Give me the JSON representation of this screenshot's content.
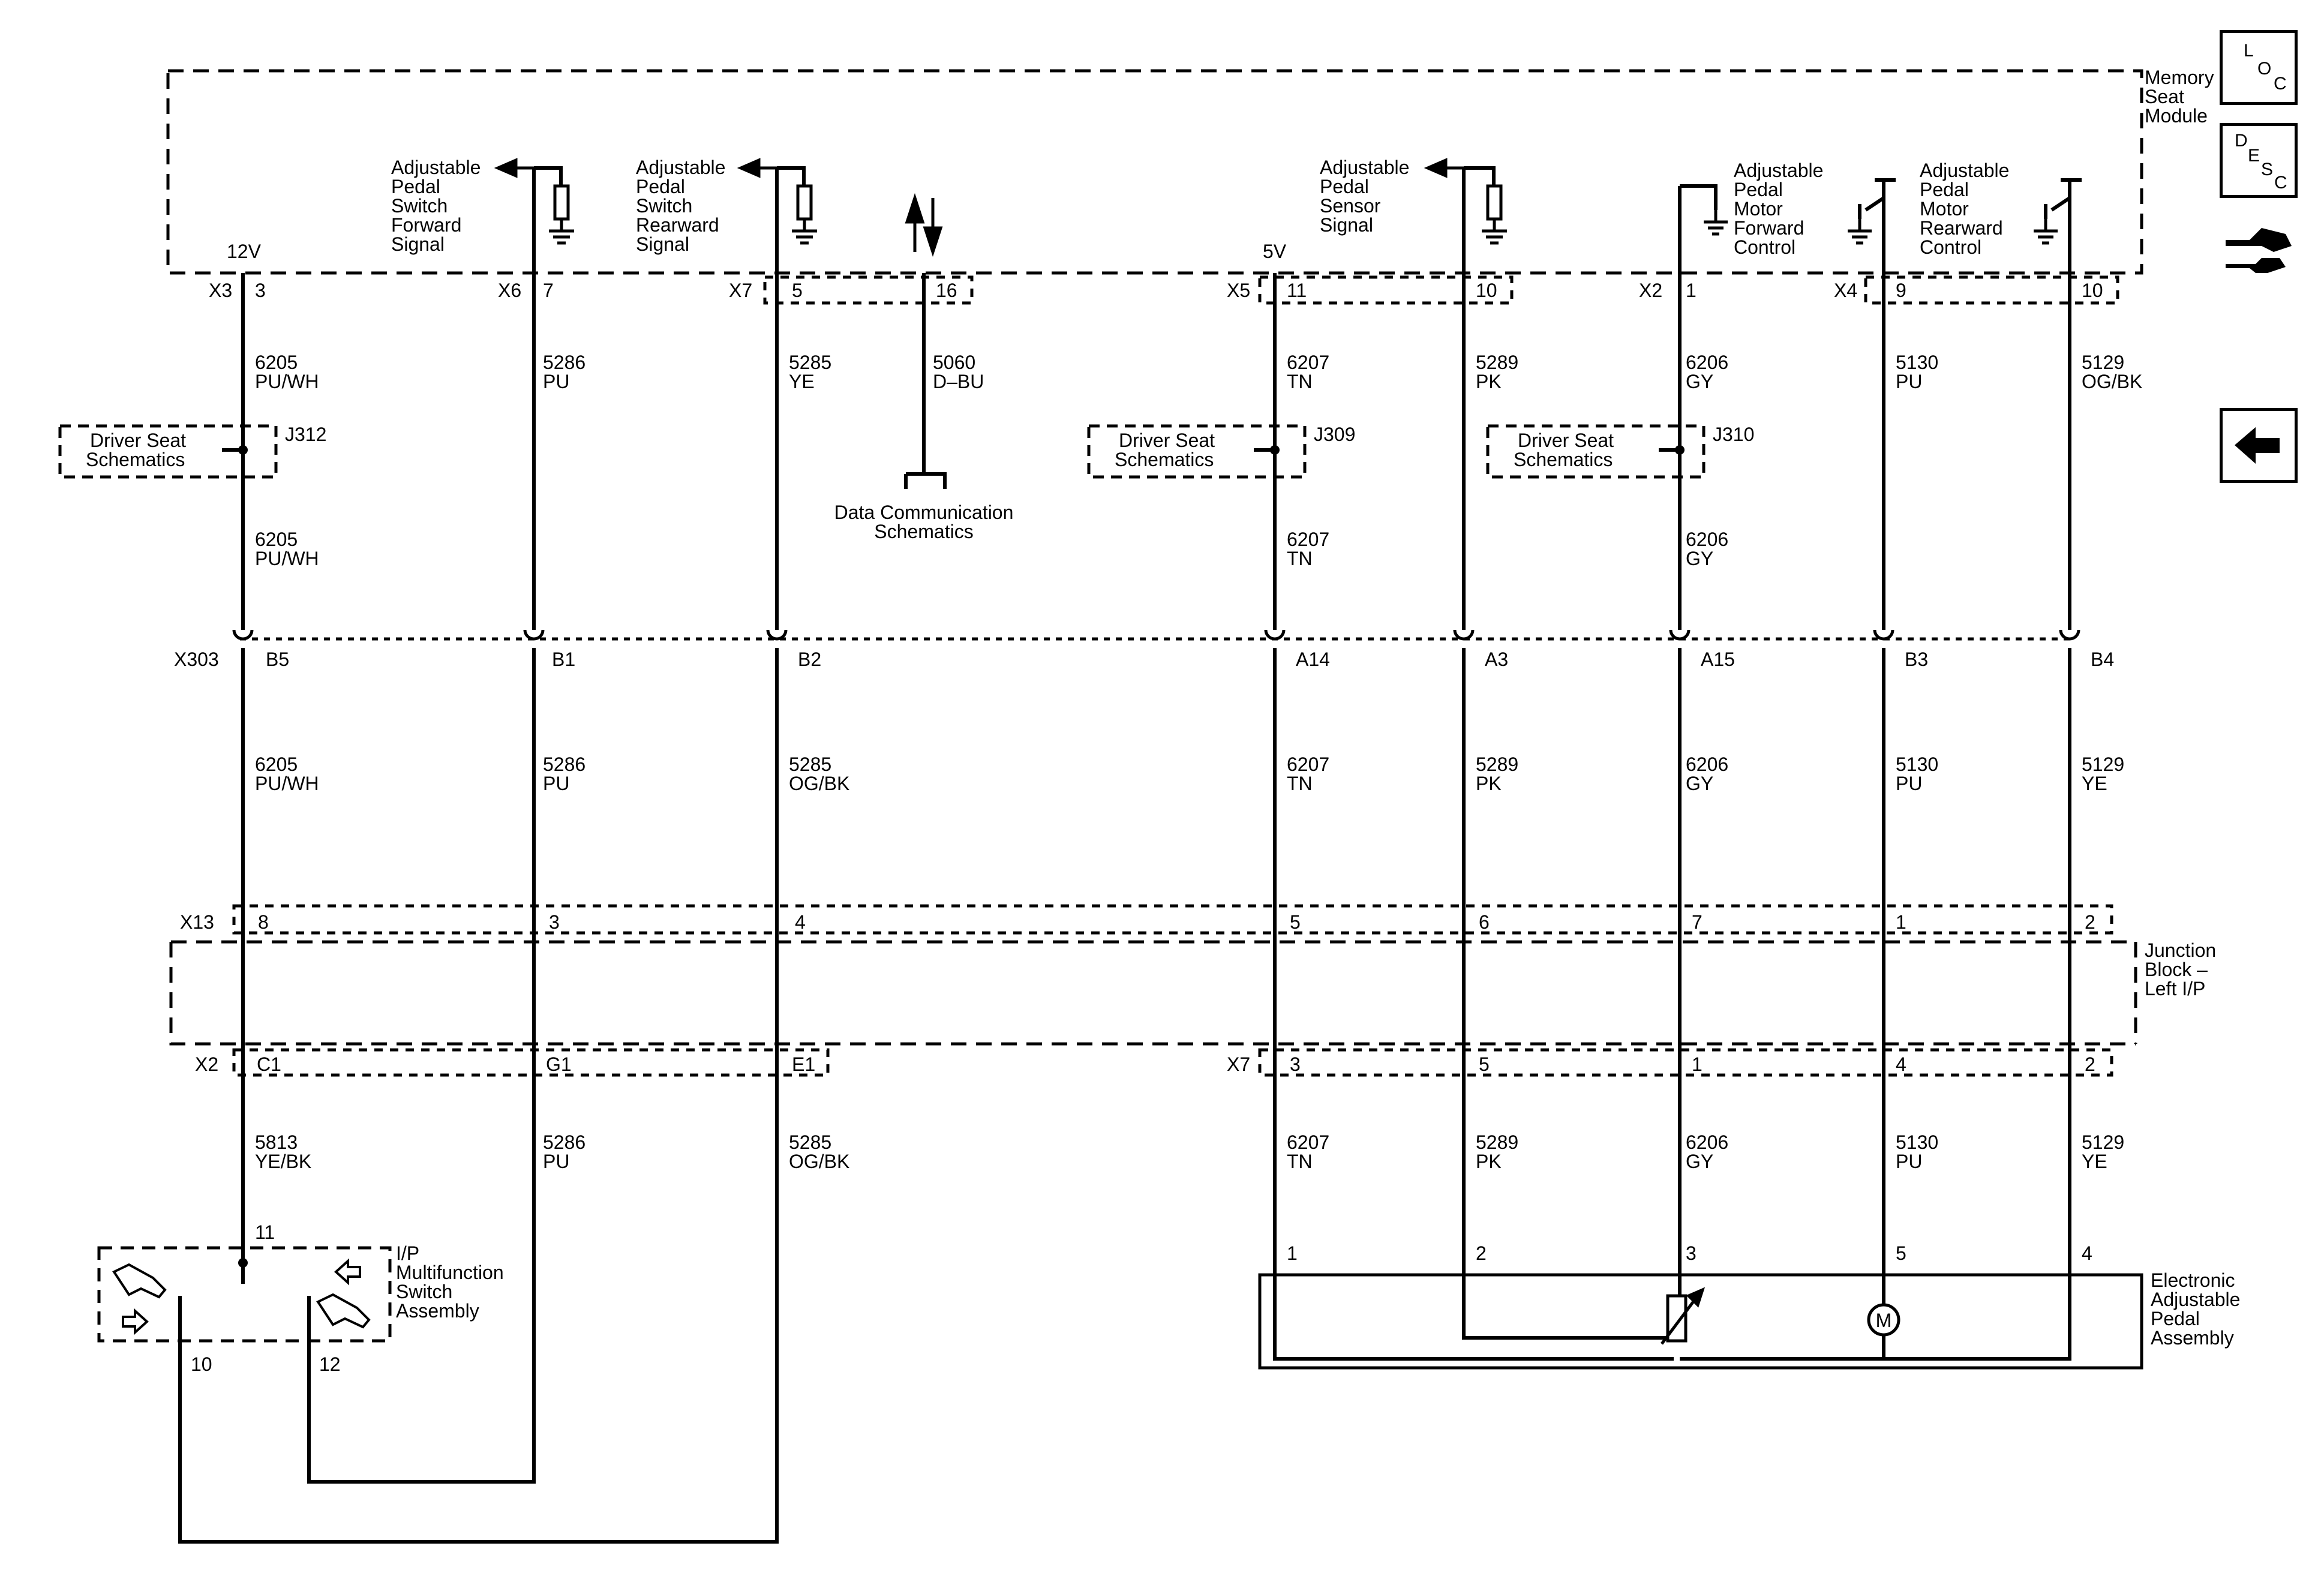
{
  "modules": {
    "memory_seat": [
      "Memory",
      "Seat",
      "Module"
    ],
    "junction_block": [
      "Junction",
      "Block –",
      "Left I/P"
    ],
    "pedal_assembly": [
      "Electronic",
      "Adjustable",
      "Pedal",
      "Assembly"
    ],
    "ip_switch": [
      "I/P",
      "Multifunction",
      "Switch",
      "Assembly"
    ]
  },
  "voltage_labels": {
    "v12": "12V",
    "v5": "5V"
  },
  "module_signals": {
    "fwd_switch": [
      "Adjustable",
      "Pedal",
      "Switch",
      "Forward",
      "Signal"
    ],
    "rwd_switch": [
      "Adjustable",
      "Pedal",
      "Switch",
      "Rearward",
      "Signal"
    ],
    "sensor": [
      "Adjustable",
      "Pedal",
      "Sensor",
      "Signal"
    ],
    "motor_fwd": [
      "Adjustable",
      "Pedal",
      "Motor",
      "Forward",
      "Control"
    ],
    "motor_rwd": [
      "Adjustable",
      "Pedal",
      "Motor",
      "Rearward",
      "Control"
    ]
  },
  "connectors_top": [
    {
      "id": "X3",
      "pin": "3"
    },
    {
      "id": "X6",
      "pin": "7"
    },
    {
      "id": "X7",
      "pin": "5"
    },
    {
      "id": "",
      "pin": "16"
    },
    {
      "id": "X5",
      "pin": "11"
    },
    {
      "id": "",
      "pin": "10"
    },
    {
      "id": "X2",
      "pin": "1"
    },
    {
      "id": "X4",
      "pin": "9"
    },
    {
      "id": "",
      "pin": "10"
    }
  ],
  "wires_top": [
    {
      "circuit": "6205",
      "color": "PU/WH"
    },
    {
      "circuit": "5286",
      "color": "PU"
    },
    {
      "circuit": "5285",
      "color": "YE"
    },
    {
      "circuit": "5060",
      "color": "D–BU"
    },
    {
      "circuit": "6207",
      "color": "TN"
    },
    {
      "circuit": "5289",
      "color": "PK"
    },
    {
      "circuit": "6206",
      "color": "GY"
    },
    {
      "circuit": "5130",
      "color": "PU"
    },
    {
      "circuit": "5129",
      "color": "OG/BK"
    }
  ],
  "splices": [
    {
      "ref": "Driver Seat Schematics",
      "lines": [
        "Driver Seat",
        "Schematics"
      ],
      "id": "J312"
    },
    {
      "ref": "Driver Seat Schematics",
      "lines": [
        "Driver Seat",
        "Schematics"
      ],
      "id": "J309"
    },
    {
      "ref": "Driver Seat Schematics",
      "lines": [
        "Driver Seat",
        "Schematics"
      ],
      "id": "J310"
    }
  ],
  "data_comm": [
    "Data Communication",
    "Schematics"
  ],
  "wires_after_splice": [
    {
      "circuit": "6205",
      "color": "PU/WH"
    },
    {
      "circuit": "6207",
      "color": "TN"
    },
    {
      "circuit": "6206",
      "color": "GY"
    }
  ],
  "x303": {
    "id": "X303",
    "pins": [
      "B5",
      "B1",
      "B2",
      "A14",
      "A3",
      "A15",
      "B3",
      "B4"
    ]
  },
  "wires_mid": [
    {
      "circuit": "6205",
      "color": "PU/WH"
    },
    {
      "circuit": "5286",
      "color": "PU"
    },
    {
      "circuit": "5285",
      "color": "OG/BK"
    },
    {
      "circuit": "6207",
      "color": "TN"
    },
    {
      "circuit": "5289",
      "color": "PK"
    },
    {
      "circuit": "6206",
      "color": "GY"
    },
    {
      "circuit": "5130",
      "color": "PU"
    },
    {
      "circuit": "5129",
      "color": "YE"
    }
  ],
  "x13": {
    "id": "X13",
    "pins": [
      "8",
      "3",
      "4",
      "5",
      "6",
      "7",
      "1",
      "2"
    ]
  },
  "x2_jb": {
    "id": "X2",
    "pins": [
      "C1",
      "G1",
      "E1"
    ]
  },
  "x7_jb": {
    "id": "X7",
    "pins": [
      "3",
      "5",
      "1",
      "4",
      "2"
    ]
  },
  "wires_bottom": [
    {
      "circuit": "5813",
      "color": "YE/BK"
    },
    {
      "circuit": "5286",
      "color": "PU"
    },
    {
      "circuit": "5285",
      "color": "OG/BK"
    },
    {
      "circuit": "6207",
      "color": "TN"
    },
    {
      "circuit": "5289",
      "color": "PK"
    },
    {
      "circuit": "6206",
      "color": "GY"
    },
    {
      "circuit": "5130",
      "color": "PU"
    },
    {
      "circuit": "5129",
      "color": "YE"
    }
  ],
  "switch_pins": [
    "11",
    "10",
    "12"
  ],
  "pedal_pins": [
    "1",
    "2",
    "3",
    "5",
    "4"
  ],
  "motor_symbol": "M",
  "nav": {
    "loc": {
      "l1": "L",
      "l2": "O",
      "l3": "C"
    },
    "desc": {
      "l1": "D",
      "l2": "E",
      "l3": "S",
      "l4": "C"
    }
  }
}
